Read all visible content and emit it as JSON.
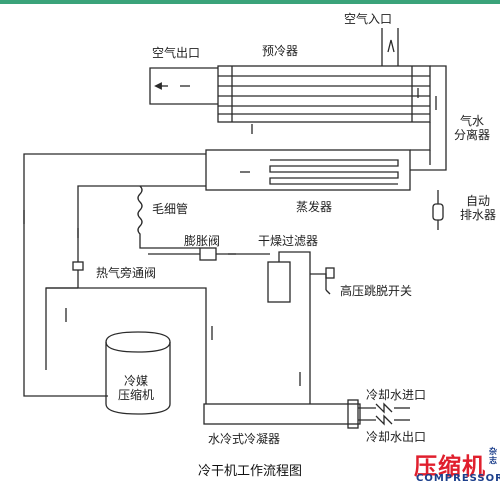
{
  "labels": {
    "air_inlet": "空气入口",
    "air_outlet": "空气出口",
    "precooler": "预冷器",
    "separator_line1": "气水",
    "separator_line2": "分离器",
    "capillary": "毛细管",
    "evaporator": "蒸发器",
    "auto_drain_line1": "自动",
    "auto_drain_line2": "排水器",
    "expansion_valve": "膨胀阀",
    "drier_filter": "干燥过滤器",
    "hot_gas_bypass": "热气旁通阀",
    "high_pressure_switch": "高压跳脱开关",
    "compressor_line1": "冷媒",
    "compressor_line2": "压缩机",
    "condenser": "水冷式冷凝器",
    "cooling_water_in": "冷却水进口",
    "cooling_water_out": "冷却水出口"
  },
  "caption": "冷干机工作流程图",
  "logo": {
    "cn": "压缩机",
    "mag": "杂志",
    "en": "COMPRESSOR",
    "brand_red": "#e01f2d",
    "brand_blue": "#1c3f8c"
  },
  "colors": {
    "accent_bar": "#3aa37a",
    "line": "#2a2a2a"
  }
}
